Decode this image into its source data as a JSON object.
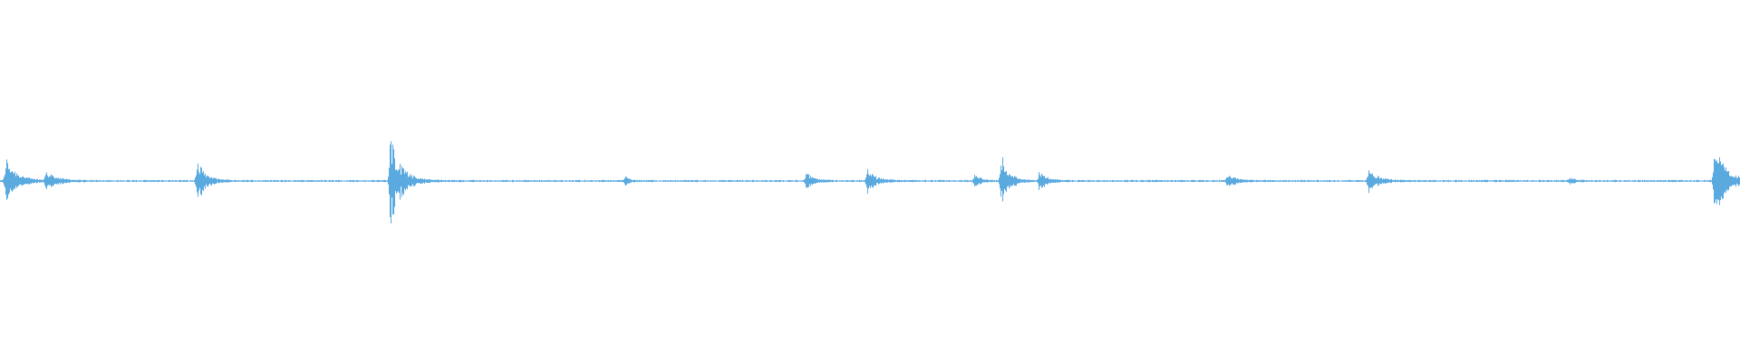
{
  "waveform": {
    "color": "#5aaae0",
    "background": "#ffffff",
    "duration_fraction_bursts": [
      {
        "t": 0.003,
        "amp": 0.14,
        "decay": 0.006
      },
      {
        "t": 0.026,
        "amp": 0.05,
        "decay": 0.006
      },
      {
        "t": 0.113,
        "amp": 0.12,
        "decay": 0.005
      },
      {
        "t": 0.224,
        "amp": 0.26,
        "decay": 0.006
      },
      {
        "t": 0.359,
        "amp": 0.03,
        "decay": 0.002
      },
      {
        "t": 0.463,
        "amp": 0.05,
        "decay": 0.004
      },
      {
        "t": 0.498,
        "amp": 0.07,
        "decay": 0.005
      },
      {
        "t": 0.56,
        "amp": 0.05,
        "decay": 0.003
      },
      {
        "t": 0.575,
        "amp": 0.17,
        "decay": 0.004
      },
      {
        "t": 0.597,
        "amp": 0.06,
        "decay": 0.004
      },
      {
        "t": 0.705,
        "amp": 0.04,
        "decay": 0.005
      },
      {
        "t": 0.786,
        "amp": 0.06,
        "decay": 0.006
      },
      {
        "t": 0.902,
        "amp": 0.02,
        "decay": 0.003
      },
      {
        "t": 0.985,
        "amp": 0.25,
        "decay": 0.006
      }
    ],
    "baseline_amp": 0.004
  }
}
